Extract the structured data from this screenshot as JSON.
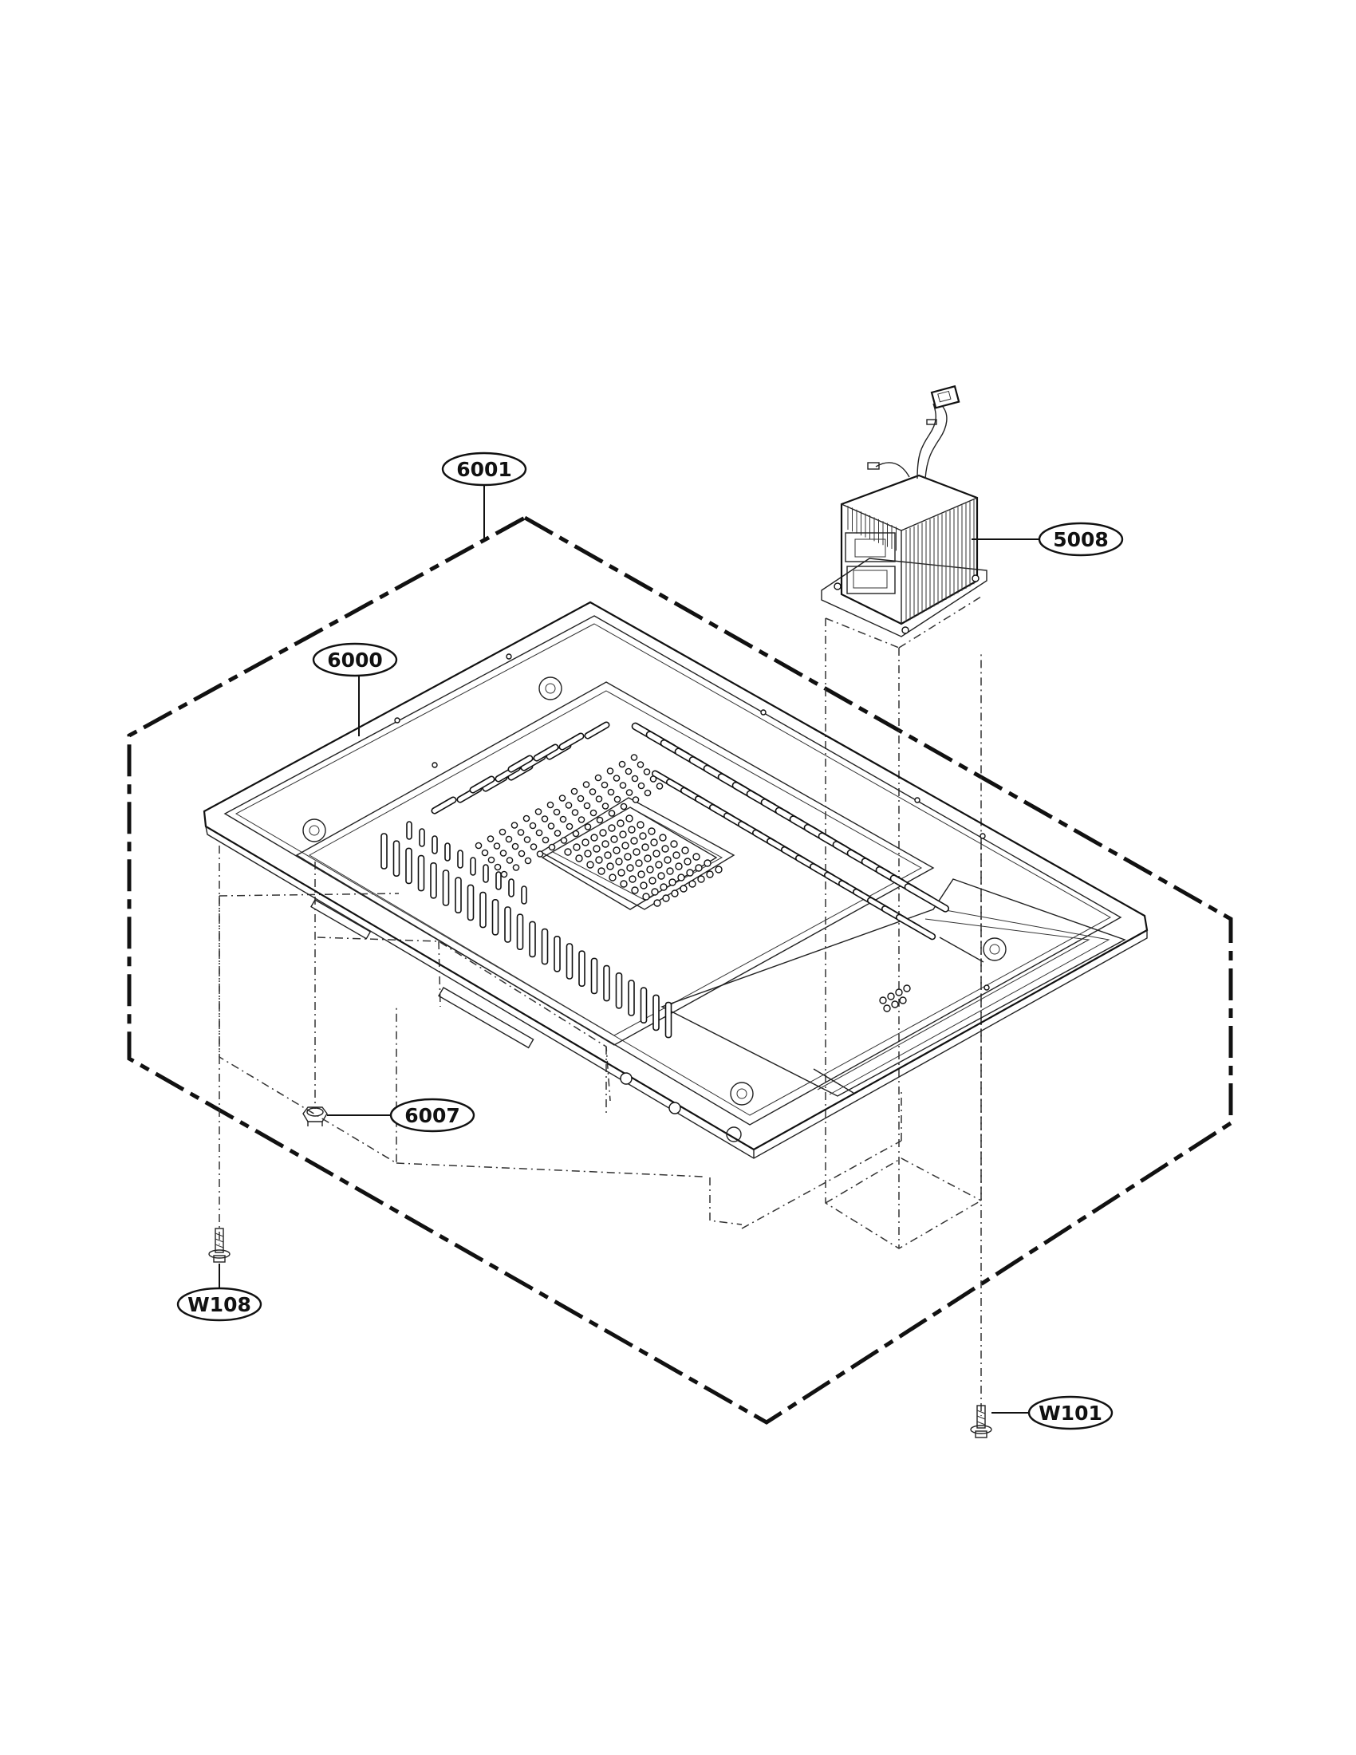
{
  "parts": [
    {
      "id": "6001"
    },
    {
      "id": "6000"
    },
    {
      "id": "5008"
    },
    {
      "id": "6007"
    },
    {
      "id": "W108"
    },
    {
      "id": "W101"
    }
  ]
}
